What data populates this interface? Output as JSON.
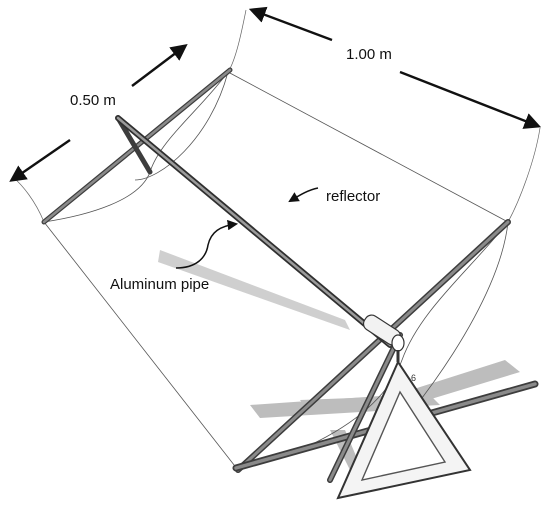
{
  "dimensions": {
    "width_label": "0.50 m",
    "length_label": "1.00 m"
  },
  "callouts": {
    "reflector": "reflector",
    "pipe": "Aluminum pipe",
    "stand_mark": "6"
  },
  "colors": {
    "frame": "#6d6d6d",
    "frame_dark": "#3d3d3d",
    "shadow": "#b9b9b9",
    "arrow": "#111111"
  }
}
